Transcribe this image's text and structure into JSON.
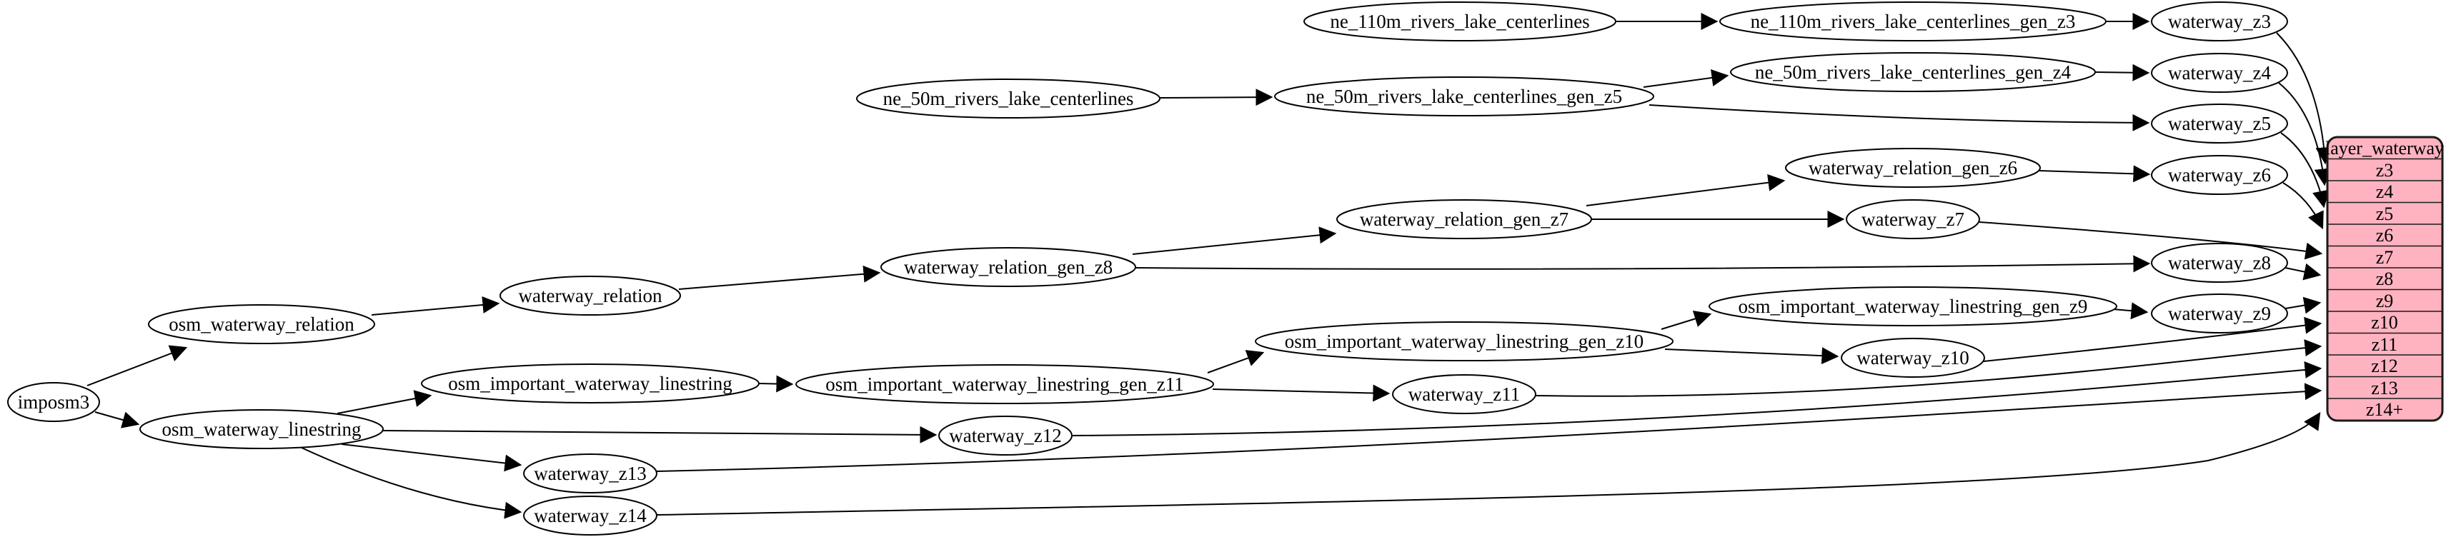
{
  "diagram": {
    "nodes": {
      "imposm3": {
        "label": "imposm3"
      },
      "osm_waterway_relation": {
        "label": "osm_waterway_relation"
      },
      "osm_waterway_linestring": {
        "label": "osm_waterway_linestring"
      },
      "waterway_relation": {
        "label": "waterway_relation"
      },
      "osm_important_waterway_linestring": {
        "label": "osm_important_waterway_linestring"
      },
      "waterway_relation_gen_z8": {
        "label": "waterway_relation_gen_z8"
      },
      "osm_important_waterway_linestring_gen_z11": {
        "label": "osm_important_waterway_linestring_gen_z11"
      },
      "ne_50m_rivers_lake_centerlines": {
        "label": "ne_50m_rivers_lake_centerlines"
      },
      "ne_50m_rivers_lake_centerlines_gen_z5": {
        "label": "ne_50m_rivers_lake_centerlines_gen_z5"
      },
      "waterway_relation_gen_z7": {
        "label": "waterway_relation_gen_z7"
      },
      "osm_important_waterway_linestring_gen_z10": {
        "label": "osm_important_waterway_linestring_gen_z10"
      },
      "ne_110m_rivers_lake_centerlines": {
        "label": "ne_110m_rivers_lake_centerlines"
      },
      "ne_110m_rivers_lake_centerlines_gen_z3": {
        "label": "ne_110m_rivers_lake_centerlines_gen_z3"
      },
      "ne_50m_rivers_lake_centerlines_gen_z4": {
        "label": "ne_50m_rivers_lake_centerlines_gen_z4"
      },
      "waterway_relation_gen_z6": {
        "label": "waterway_relation_gen_z6"
      },
      "osm_important_waterway_linestring_gen_z9": {
        "label": "osm_important_waterway_linestring_gen_z9"
      },
      "waterway_z3": {
        "label": "waterway_z3"
      },
      "waterway_z4": {
        "label": "waterway_z4"
      },
      "waterway_z5": {
        "label": "waterway_z5"
      },
      "waterway_z6": {
        "label": "waterway_z6"
      },
      "waterway_z7": {
        "label": "waterway_z7"
      },
      "waterway_z8": {
        "label": "waterway_z8"
      },
      "waterway_z9": {
        "label": "waterway_z9"
      },
      "waterway_z10": {
        "label": "waterway_z10"
      },
      "waterway_z11": {
        "label": "waterway_z11"
      },
      "waterway_z12": {
        "label": "waterway_z12"
      },
      "waterway_z13": {
        "label": "waterway_z13"
      },
      "waterway_z14": {
        "label": "waterway_z14"
      }
    },
    "table": {
      "title": "layer_waterway",
      "rows": [
        "z3",
        "z4",
        "z5",
        "z6",
        "z7",
        "z8",
        "z9",
        "z10",
        "z11",
        "z12",
        "z13",
        "z14+"
      ],
      "fill_color": "#ffb3c1"
    },
    "edges": [
      {
        "from": "imposm3",
        "to": "osm_waterway_relation"
      },
      {
        "from": "imposm3",
        "to": "osm_waterway_linestring"
      },
      {
        "from": "osm_waterway_relation",
        "to": "waterway_relation"
      },
      {
        "from": "waterway_relation",
        "to": "waterway_relation_gen_z8"
      },
      {
        "from": "waterway_relation_gen_z8",
        "to": "waterway_relation_gen_z7"
      },
      {
        "from": "waterway_relation_gen_z8",
        "to": "waterway_z8"
      },
      {
        "from": "waterway_relation_gen_z7",
        "to": "waterway_relation_gen_z6"
      },
      {
        "from": "waterway_relation_gen_z7",
        "to": "waterway_z7"
      },
      {
        "from": "waterway_relation_gen_z6",
        "to": "waterway_z6"
      },
      {
        "from": "ne_110m_rivers_lake_centerlines",
        "to": "ne_110m_rivers_lake_centerlines_gen_z3"
      },
      {
        "from": "ne_110m_rivers_lake_centerlines_gen_z3",
        "to": "waterway_z3"
      },
      {
        "from": "ne_50m_rivers_lake_centerlines",
        "to": "ne_50m_rivers_lake_centerlines_gen_z5"
      },
      {
        "from": "ne_50m_rivers_lake_centerlines_gen_z5",
        "to": "ne_50m_rivers_lake_centerlines_gen_z4"
      },
      {
        "from": "ne_50m_rivers_lake_centerlines_gen_z5",
        "to": "waterway_z5"
      },
      {
        "from": "ne_50m_rivers_lake_centerlines_gen_z4",
        "to": "waterway_z4"
      },
      {
        "from": "osm_waterway_linestring",
        "to": "osm_important_waterway_linestring"
      },
      {
        "from": "osm_waterway_linestring",
        "to": "waterway_z12"
      },
      {
        "from": "osm_waterway_linestring",
        "to": "waterway_z13"
      },
      {
        "from": "osm_waterway_linestring",
        "to": "waterway_z14"
      },
      {
        "from": "osm_important_waterway_linestring",
        "to": "osm_important_waterway_linestring_gen_z11"
      },
      {
        "from": "osm_important_waterway_linestring_gen_z11",
        "to": "osm_important_waterway_linestring_gen_z10"
      },
      {
        "from": "osm_important_waterway_linestring_gen_z11",
        "to": "waterway_z11"
      },
      {
        "from": "osm_important_waterway_linestring_gen_z10",
        "to": "osm_important_waterway_linestring_gen_z9"
      },
      {
        "from": "osm_important_waterway_linestring_gen_z10",
        "to": "waterway_z10"
      },
      {
        "from": "osm_important_waterway_linestring_gen_z9",
        "to": "waterway_z9"
      },
      {
        "from": "waterway_z3",
        "to": "layer_waterway.z3"
      },
      {
        "from": "waterway_z4",
        "to": "layer_waterway.z4"
      },
      {
        "from": "waterway_z5",
        "to": "layer_waterway.z5"
      },
      {
        "from": "waterway_z6",
        "to": "layer_waterway.z6"
      },
      {
        "from": "waterway_z7",
        "to": "layer_waterway.z7"
      },
      {
        "from": "waterway_z8",
        "to": "layer_waterway.z8"
      },
      {
        "from": "waterway_z9",
        "to": "layer_waterway.z9"
      },
      {
        "from": "waterway_z10",
        "to": "layer_waterway.z10"
      },
      {
        "from": "waterway_z11",
        "to": "layer_waterway.z11"
      },
      {
        "from": "waterway_z12",
        "to": "layer_waterway.z12"
      },
      {
        "from": "waterway_z13",
        "to": "layer_waterway.z13"
      },
      {
        "from": "waterway_z14",
        "to": "layer_waterway.z14+"
      }
    ]
  }
}
